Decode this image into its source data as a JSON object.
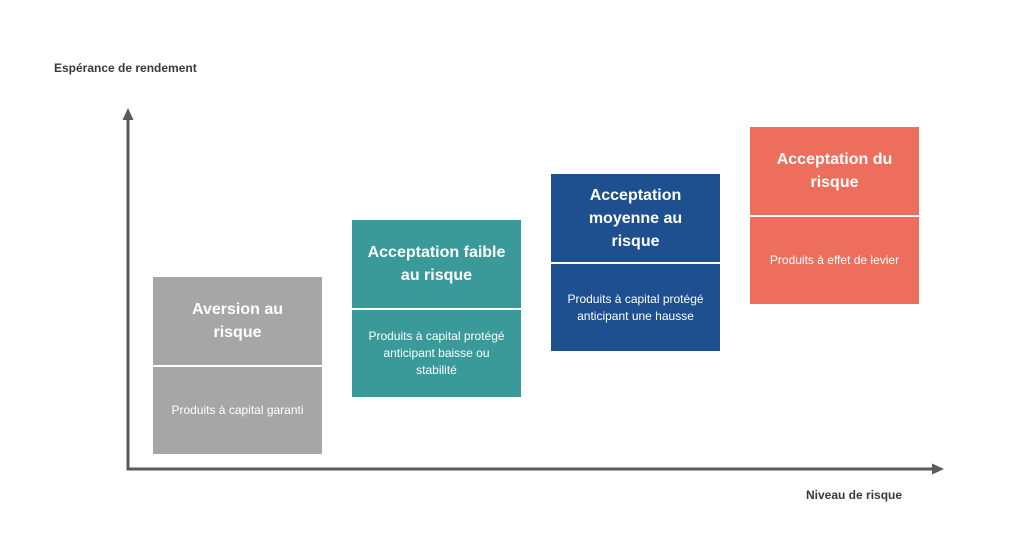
{
  "axes": {
    "y_label": "Espérance de rendement",
    "x_label": "Niveau de risque"
  },
  "cards": [
    {
      "title": "Aversion au risque",
      "description": "Produits à capital garanti",
      "color": "#a6a6a6"
    },
    {
      "title": "Acceptation faible au risque",
      "description": "Produits à capital protégé anticipant baisse ou stabilité",
      "color": "#3a9a9a"
    },
    {
      "title": "Acceptation moyenne au risque",
      "description": "Produits à capital protégé anticipant une hausse",
      "color": "#1e4f8f"
    },
    {
      "title": "Acceptation du risque",
      "description": "Produits à effet de levier",
      "color": "#ee6e5e"
    }
  ],
  "axis_color": "#5a5a5a"
}
